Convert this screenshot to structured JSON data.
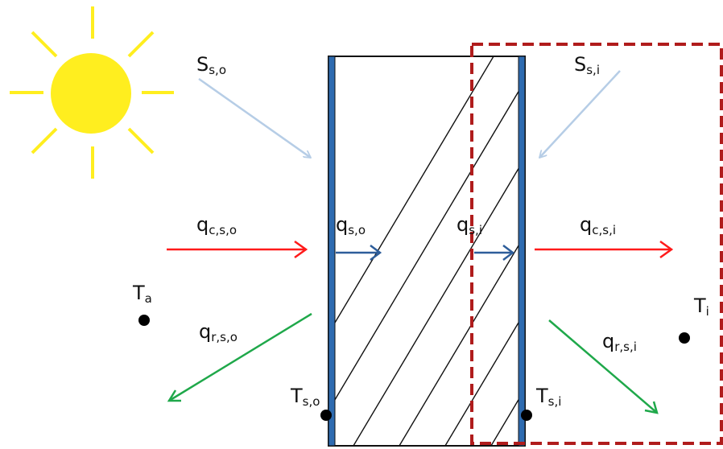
{
  "colors": {
    "sun": "#ffee1f",
    "surface_layer": "#2e6bb0",
    "solar_arrow": "#b6cde6",
    "convection_arrow": "#ff1a1a",
    "conduction_arrow": "#2d5d9a",
    "radiation_arrow": "#1fa84a",
    "control_volume": "#b01c1c",
    "hatch": "#111111"
  },
  "labels": {
    "solar_outside": {
      "main": "S",
      "sub": "s,o"
    },
    "solar_inside": {
      "main": "S",
      "sub": "s,i"
    },
    "conv_outside": {
      "main": "q",
      "sub": "c,s,o"
    },
    "cond_outside": {
      "main": "q",
      "sub": "s,o"
    },
    "cond_inside": {
      "main": "q",
      "sub": "s,i"
    },
    "conv_inside": {
      "main": "q",
      "sub": "c,s,i"
    },
    "ambient_temp": {
      "main": "T",
      "sub": "a"
    },
    "inside_temp": {
      "main": "T",
      "sub": "i"
    },
    "rad_outside": {
      "main": "q",
      "sub": "r,s,o"
    },
    "rad_inside": {
      "main": "q",
      "sub": "r,s,i"
    },
    "surface_temp_outside": {
      "main": "T",
      "sub": "s,o"
    },
    "surface_temp_inside": {
      "main": "T",
      "sub": "s,i"
    }
  }
}
